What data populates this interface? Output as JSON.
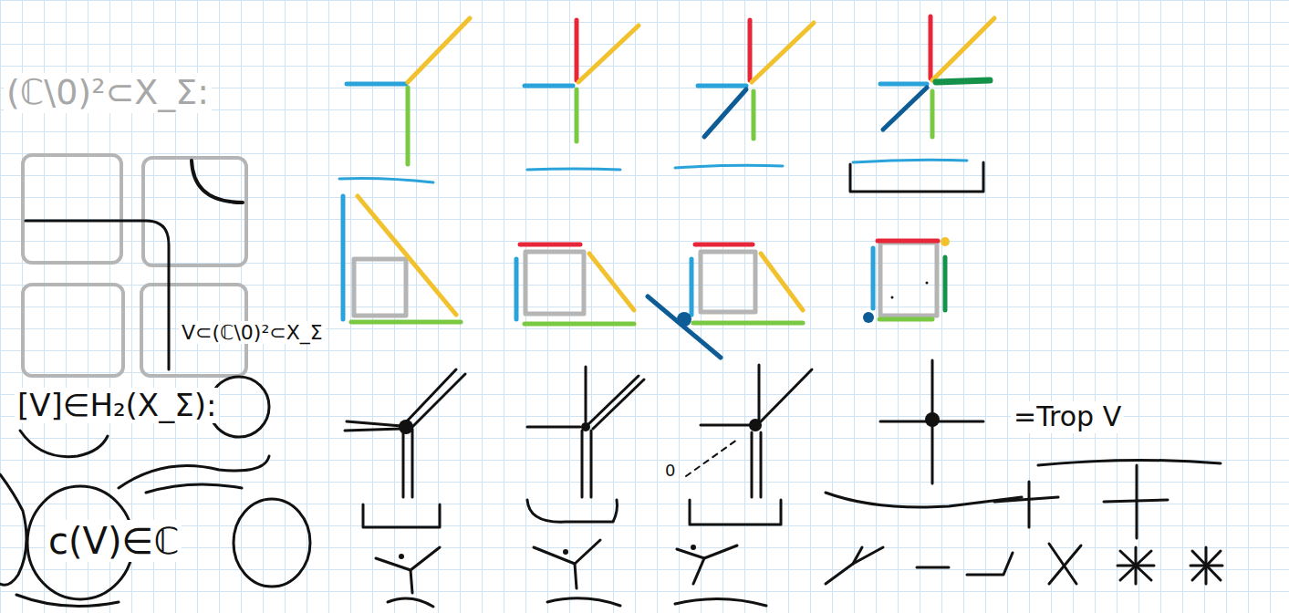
{
  "diagram": {
    "labels": [
      "(ℂ\\0)²⊂X_Σ:",
      "V⊂(ℂ\\0)²⊂X_Σ",
      "[V]∈H₂(X_Σ):",
      "=Trop V",
      "c(V)∈ℂ",
      "0"
    ]
  }
}
